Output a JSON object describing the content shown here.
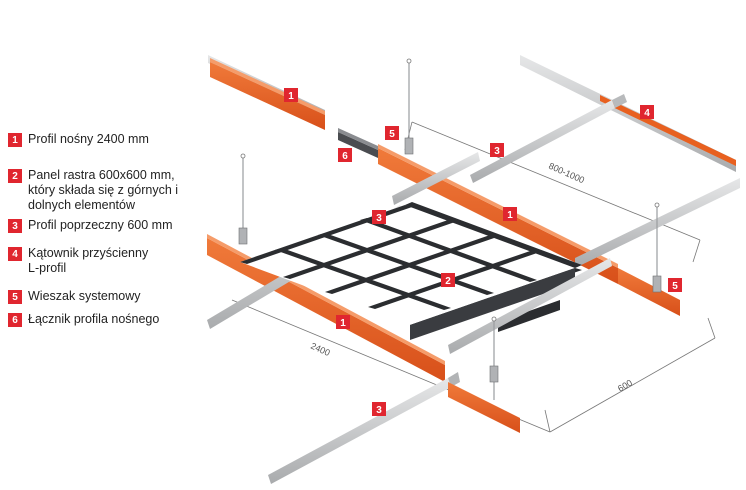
{
  "legend": [
    {
      "num": "1",
      "text": "Profil nośny 2400 mm"
    },
    {
      "num": "2",
      "text": "Panel rastra 600x600 mm,\nktóry składa się z górnych i\ndolnych elementów"
    },
    {
      "num": "3",
      "text": "Profil poprzeczny 600 mm"
    },
    {
      "num": "4",
      "text": "Kątownik przyścienny\nL-profil"
    },
    {
      "num": "5",
      "text": "Wieszak systemowy"
    },
    {
      "num": "6",
      "text": "Łącznik profila nośnego"
    }
  ],
  "dimensions": {
    "hanger_spacing": "800-1000",
    "main_length": "2400",
    "cross_length": "600"
  },
  "callouts": [
    "1",
    "1",
    "1",
    "2",
    "3",
    "3",
    "3",
    "4",
    "5",
    "5",
    "6"
  ],
  "colors": {
    "accent": "#e0262f",
    "profile_orange": "#e8601f",
    "profile_grey": "#c9cbcd",
    "grid_black": "#2b2d30"
  }
}
